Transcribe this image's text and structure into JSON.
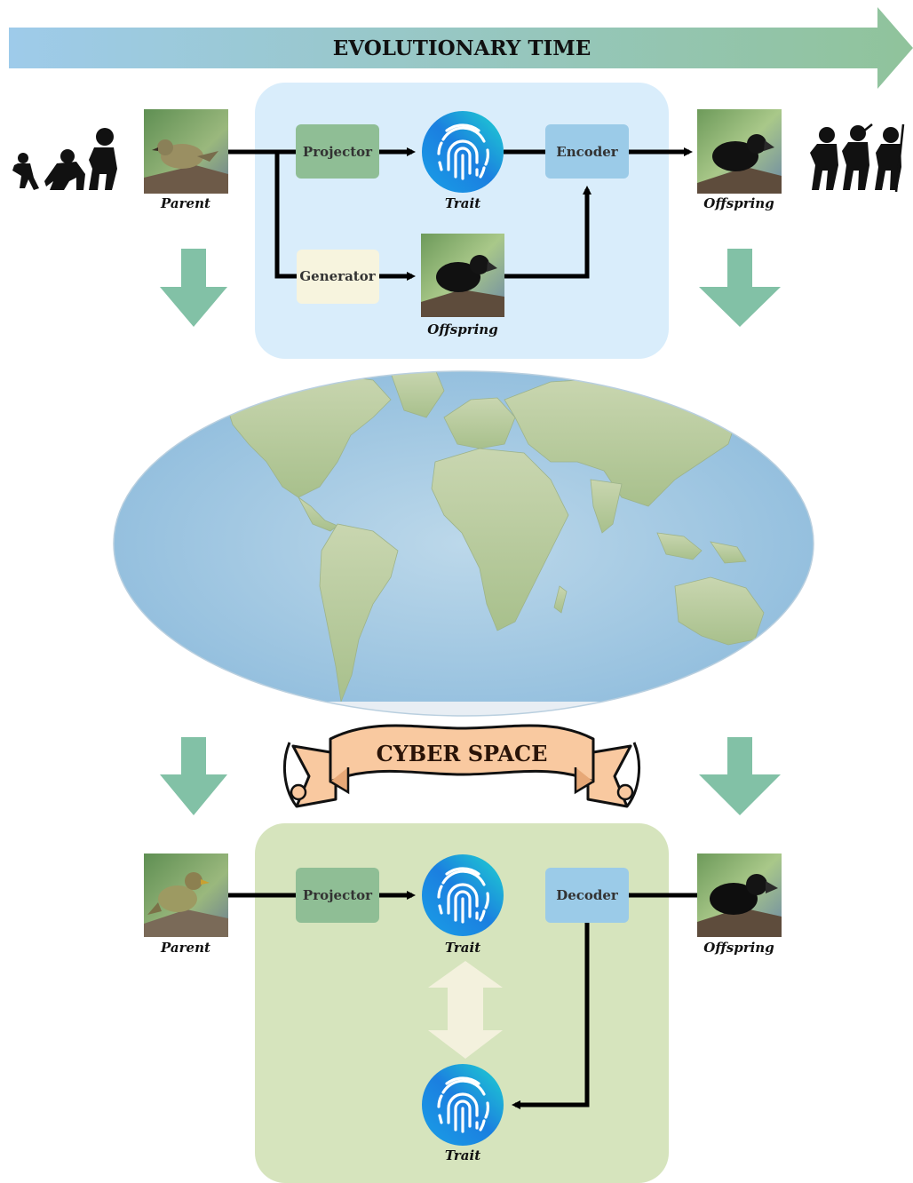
{
  "header": {
    "title": "EVOLUTIONARY TIME"
  },
  "banner": {
    "label": "CYBER SPACE"
  },
  "top_panel": {
    "projector": "Projector",
    "encoder": "Encoder",
    "generator": "Generator",
    "trait": "Trait",
    "offspring_mid": "Offspring"
  },
  "bottom_panel": {
    "projector": "Projector",
    "decoder": "Decoder",
    "trait_top": "Trait",
    "trait_bottom": "Trait"
  },
  "captions": {
    "parent_top": "Parent",
    "offspring_top": "Offspring",
    "parent_bottom": "Parent",
    "offspring_bottom": "Offspring"
  },
  "icons": {
    "trait": "fingerprint-icon",
    "evolution_left": "ape-to-human-silhouette",
    "evolution_right": "human-silhouette"
  },
  "colors": {
    "time_arrow_start": "#9ecbea",
    "time_arrow_end": "#90c39b",
    "top_panel_bg": "#d9edfb",
    "bottom_panel_bg": "#d6e4bd",
    "projector": "#8fbe95",
    "encoder": "#9bcbe8",
    "generator": "#f7f4de",
    "flow_arrow": "#82c1a6",
    "banner": "#f9c9a0"
  }
}
